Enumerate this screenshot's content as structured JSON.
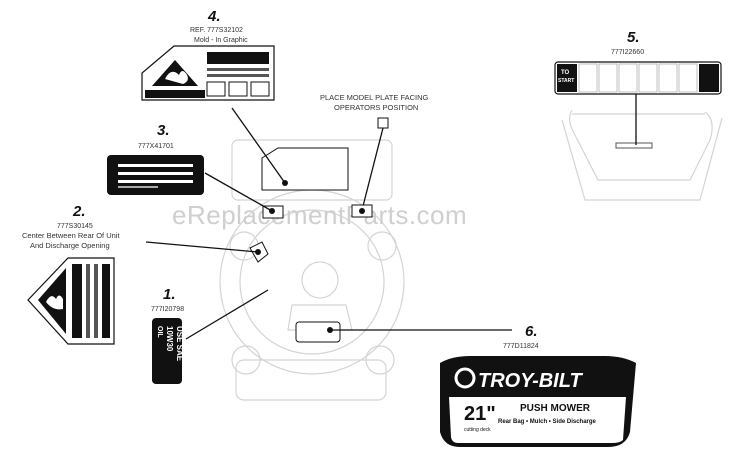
{
  "watermark": "eReplacementParts.com",
  "callouts": [
    {
      "id": "1",
      "number": "1.",
      "part": "777I20798"
    },
    {
      "id": "2",
      "number": "2.",
      "part": "777S30145",
      "note_line1": "Center Between Rear Of Unit",
      "note_line2": "And Discharge Opening"
    },
    {
      "id": "3",
      "number": "3.",
      "part": "777X41701"
    },
    {
      "id": "4",
      "number": "4.",
      "part": "REF. 777S32102",
      "note_line1": "Mold - In Graphic"
    },
    {
      "id": "5",
      "number": "5.",
      "part": "777I22660"
    },
    {
      "id": "6",
      "number": "6.",
      "part": "777D11824"
    }
  ],
  "model_plate_note": {
    "line1": "PLACE MODEL PLATE FACING",
    "line2": "OPERATORS POSITION"
  },
  "oil_decal": {
    "line1": "USE SAE",
    "line2": "10W30",
    "line3": "OIL"
  },
  "brand_decal": {
    "brand": "TROY-BILT",
    "size": "21\"",
    "size_sub": "cutting deck",
    "product": "PUSH MOWER",
    "features": "Rear Bag • Mulch • Side Discharge"
  },
  "start_decal": {
    "label_to": "TO",
    "label_start": "START"
  }
}
